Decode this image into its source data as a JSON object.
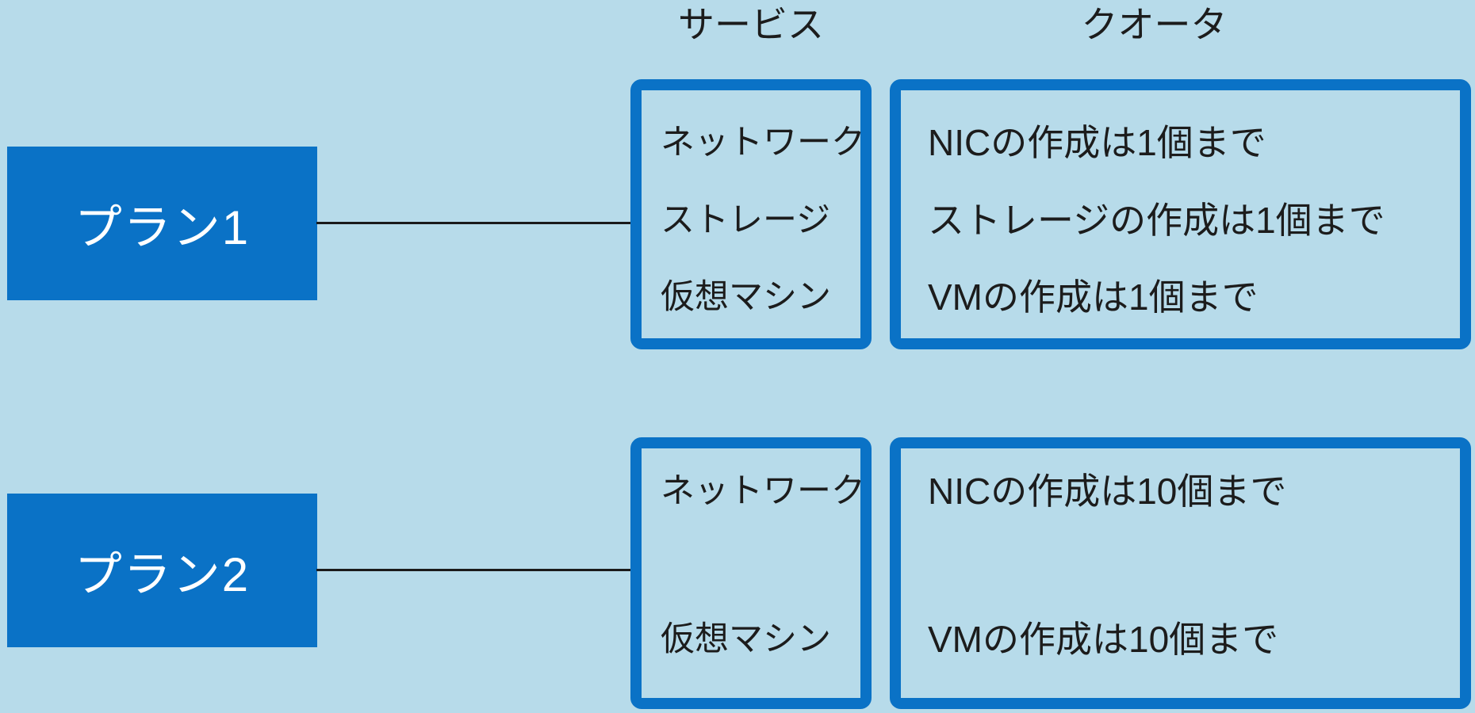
{
  "diagram_title": "plan-service-quota-diagram",
  "colors": {
    "background": "#b7dbea",
    "primary_blue": "#0a72c6",
    "text_dark": "#1c1c1c",
    "text_white": "#ffffff",
    "connector_line": "#1a1a1a"
  },
  "headers": {
    "services": "サービス",
    "quota": "クオータ"
  },
  "plans": [
    {
      "label": "プラン1",
      "services": [
        "ネットワーク",
        "ストレージ",
        "仮想マシン"
      ],
      "quotas": [
        "NICの作成は1個まで",
        "ストレージの作成は1個まで",
        "VMの作成は1個まで"
      ]
    },
    {
      "label": "プラン2",
      "services": [
        "ネットワーク",
        "仮想マシン"
      ],
      "quotas": [
        "NICの作成は10個まで",
        "VMの作成は10個まで"
      ]
    }
  ]
}
